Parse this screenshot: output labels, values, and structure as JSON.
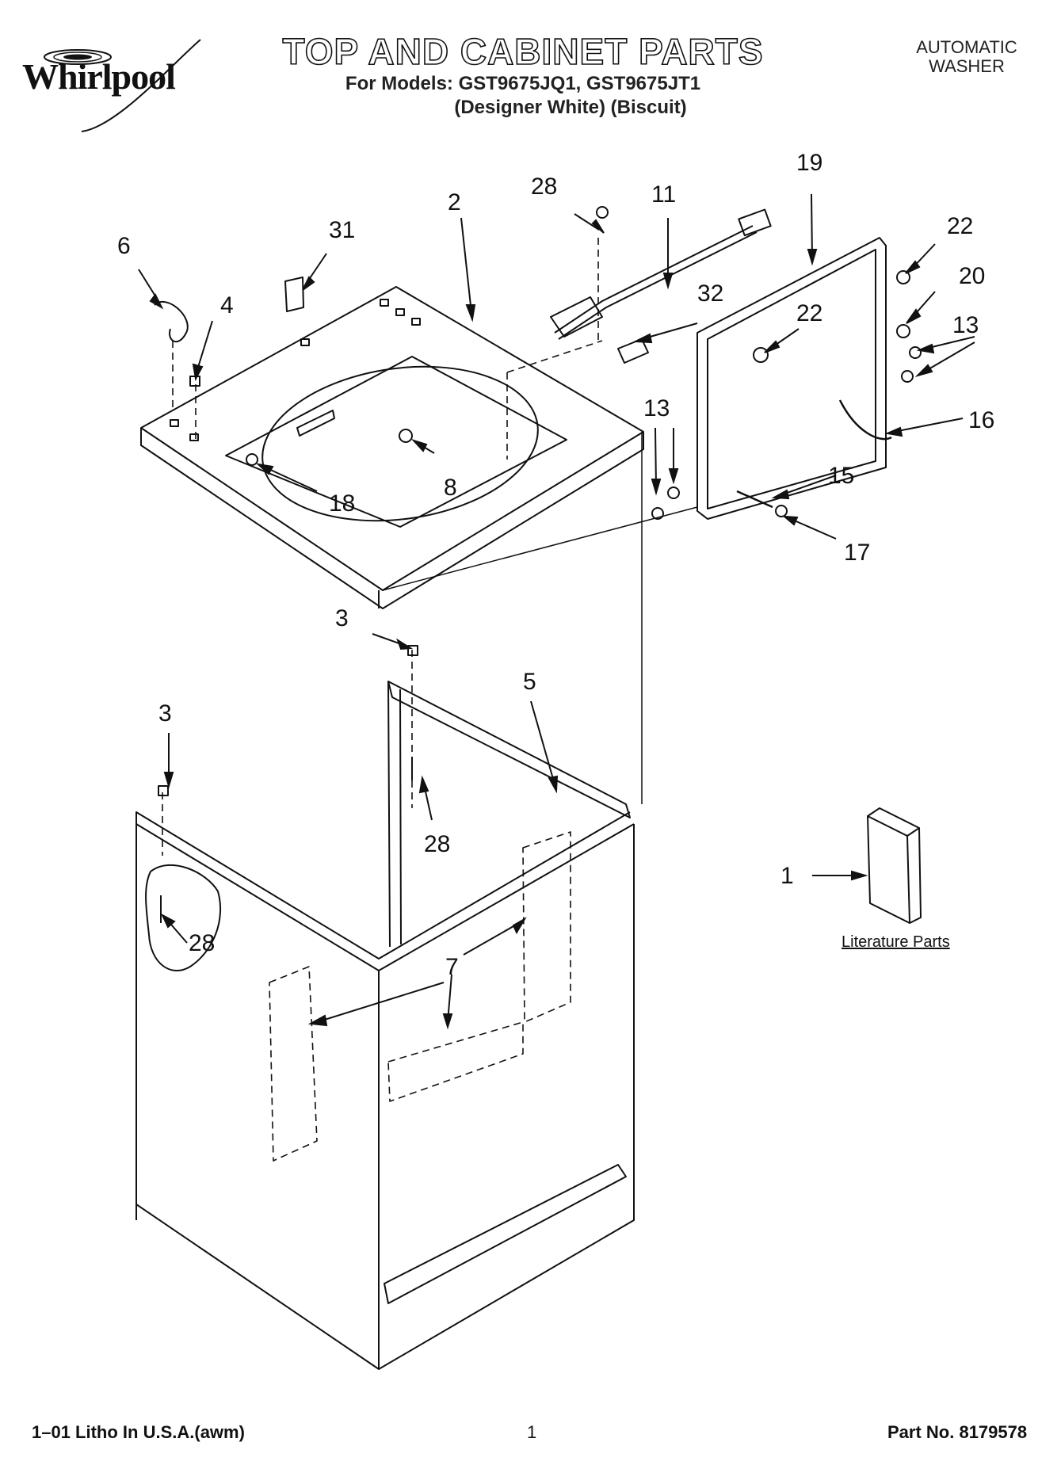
{
  "header": {
    "brand": "Whirlpool",
    "title": "TOP AND CABINET PARTS",
    "models_line": "For Models: GST9675JQ1, GST9675JT1",
    "colors_line": "(Designer White)  (Biscuit)",
    "product_type_line1": "AUTOMATIC",
    "product_type_line2": "WASHER"
  },
  "callouts": {
    "c1": "1",
    "c2": "2",
    "c3a": "3",
    "c3b": "3",
    "c4": "4",
    "c5": "5",
    "c6": "6",
    "c7": "7",
    "c8": "8",
    "c11": "11",
    "c13a": "13",
    "c13b": "13",
    "c15": "15",
    "c16": "16",
    "c17": "17",
    "c18": "18",
    "c19": "19",
    "c20": "20",
    "c22a": "22",
    "c22b": "22",
    "c28a": "28",
    "c28b": "28",
    "c28c": "28",
    "c31": "31",
    "c32": "32"
  },
  "literature_label": "Literature Parts",
  "footer": {
    "left": "1–01 Litho In U.S.A.(awm)",
    "page": "1",
    "part_no": "Part No. 8179578"
  }
}
